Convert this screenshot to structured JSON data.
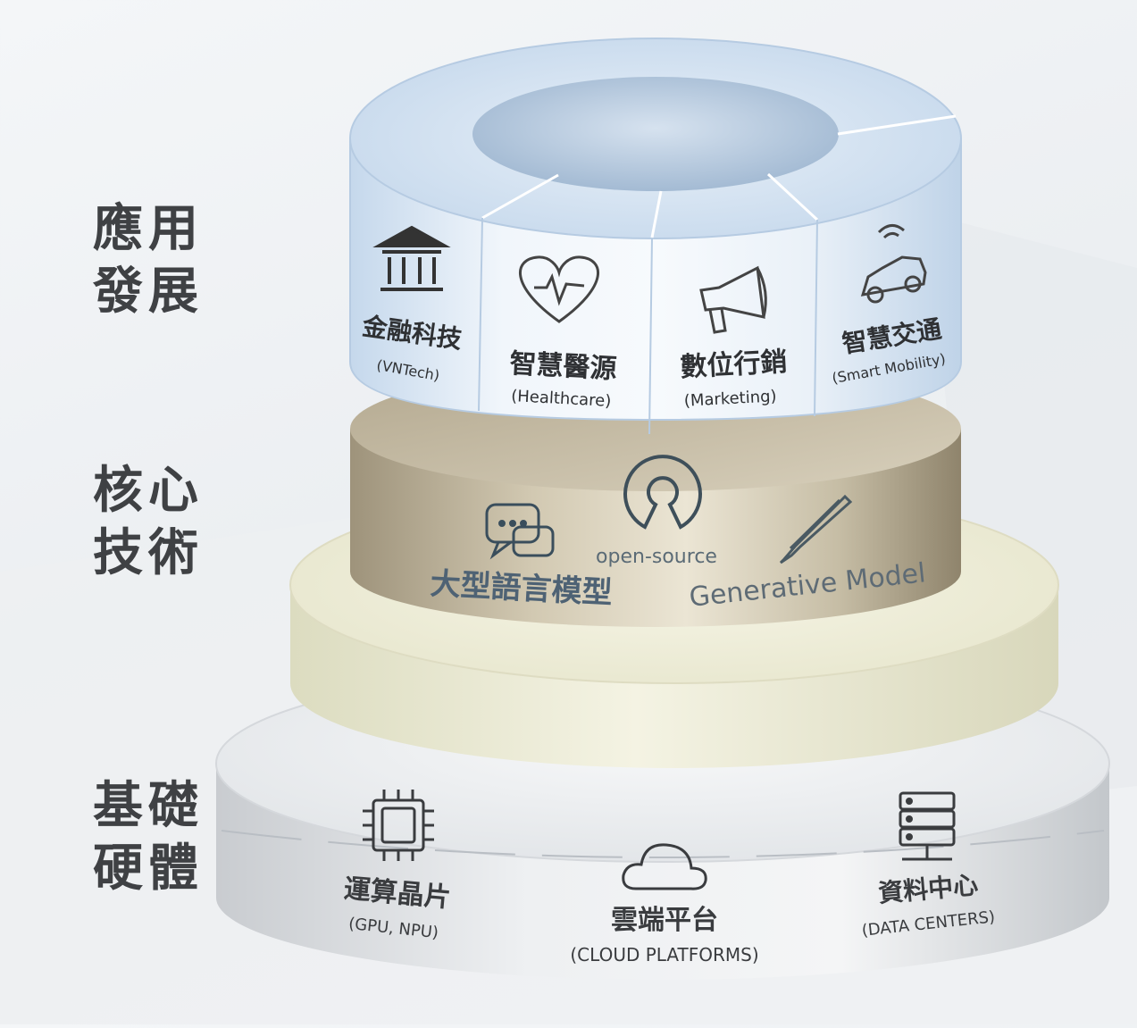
{
  "side_labels": {
    "application": [
      "應用",
      "發展"
    ],
    "core": [
      "核心",
      "技術"
    ],
    "hardware": [
      "基礎",
      "硬體"
    ]
  },
  "application_tier": {
    "segments": [
      {
        "title": "金融科技",
        "subtitle": "(VNTech)",
        "icon": "bank-icon"
      },
      {
        "title": "智慧醫源",
        "subtitle": "(Healthcare)",
        "icon": "heart-pulse-icon"
      },
      {
        "title": "數位行銷",
        "subtitle": "(Marketing)",
        "icon": "megaphone-icon"
      },
      {
        "title": "智慧交通",
        "subtitle": "(Smart Mobility)",
        "icon": "connected-car-icon"
      }
    ],
    "color": "#cfe0f2"
  },
  "core_tier": {
    "llm_label": "大型語言模型",
    "opensource_label": "open-source",
    "generative_label": "Generative Model",
    "icons": [
      "chat-bubbles-icon",
      "open-source-icon",
      "paintbrush-icon"
    ],
    "color": "#b7ab92"
  },
  "hardware_tier": {
    "items": [
      {
        "title": "運算晶片",
        "subtitle": "(GPU, NPU)",
        "icon": "chip-icon"
      },
      {
        "title": "雲端平台",
        "subtitle": "(CLOUD PLATFORMS)",
        "icon": "cloud-icon"
      },
      {
        "title": "資料中心",
        "subtitle": "(DATA CENTERS)",
        "icon": "server-rack-icon"
      }
    ],
    "color": "#e6e8ea"
  },
  "middle_disc_color": "#ecebd6"
}
